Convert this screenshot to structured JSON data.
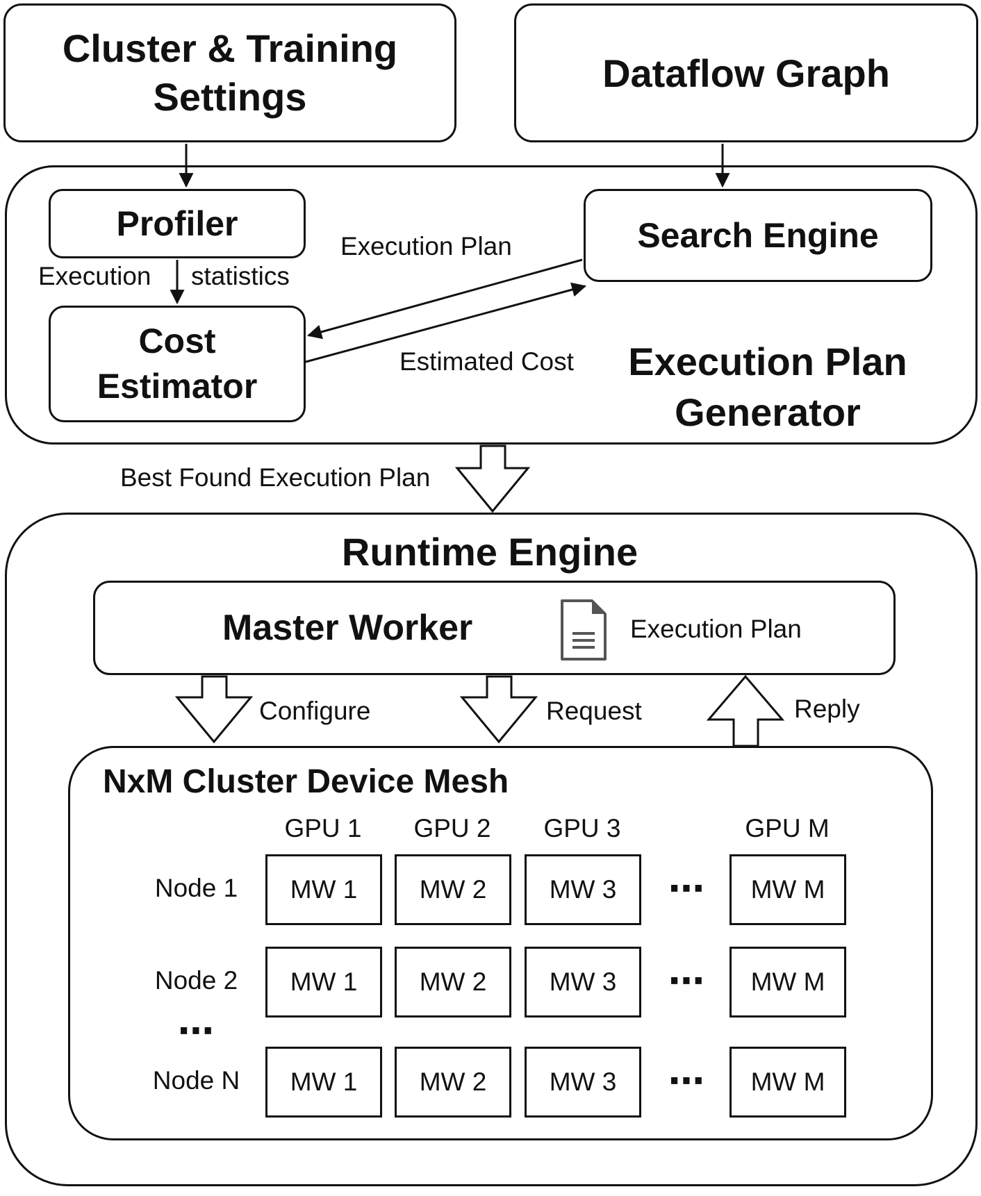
{
  "top_boxes": {
    "cluster_settings": [
      "Cluster & Training",
      "Settings"
    ],
    "dataflow_graph": "Dataflow Graph"
  },
  "generator": {
    "title": [
      "Execution Plan",
      "Generator"
    ],
    "profiler": "Profiler",
    "cost_estimator": [
      "Cost",
      "Estimator"
    ],
    "search_engine": "Search Engine",
    "label_execution": "Execution",
    "label_statistics": "statistics",
    "label_execution_plan": "Execution Plan",
    "label_estimated_cost": "Estimated Cost"
  },
  "best_plan_label": "Best Found Execution Plan",
  "runtime": {
    "title": "Runtime Engine",
    "master_worker": "Master Worker",
    "execution_plan": "Execution Plan",
    "doc_icon": "document-icon",
    "configure": "Configure",
    "request": "Request",
    "reply": "Reply"
  },
  "mesh": {
    "title": "NxM Cluster Device Mesh",
    "gpus": [
      "GPU 1",
      "GPU 2",
      "GPU 3",
      "GPU M"
    ],
    "ellipsis": "⋯",
    "vertical_ellipsis": "⋯",
    "rows": [
      {
        "node": "Node 1",
        "cells": [
          "MW 1",
          "MW 2",
          "MW 3",
          "MW M"
        ]
      },
      {
        "node": "Node 2",
        "cells": [
          "MW 1",
          "MW 2",
          "MW 3",
          "MW M"
        ]
      },
      {
        "node": "Node N",
        "cells": [
          "MW 1",
          "MW 2",
          "MW 3",
          "MW M"
        ]
      }
    ]
  }
}
